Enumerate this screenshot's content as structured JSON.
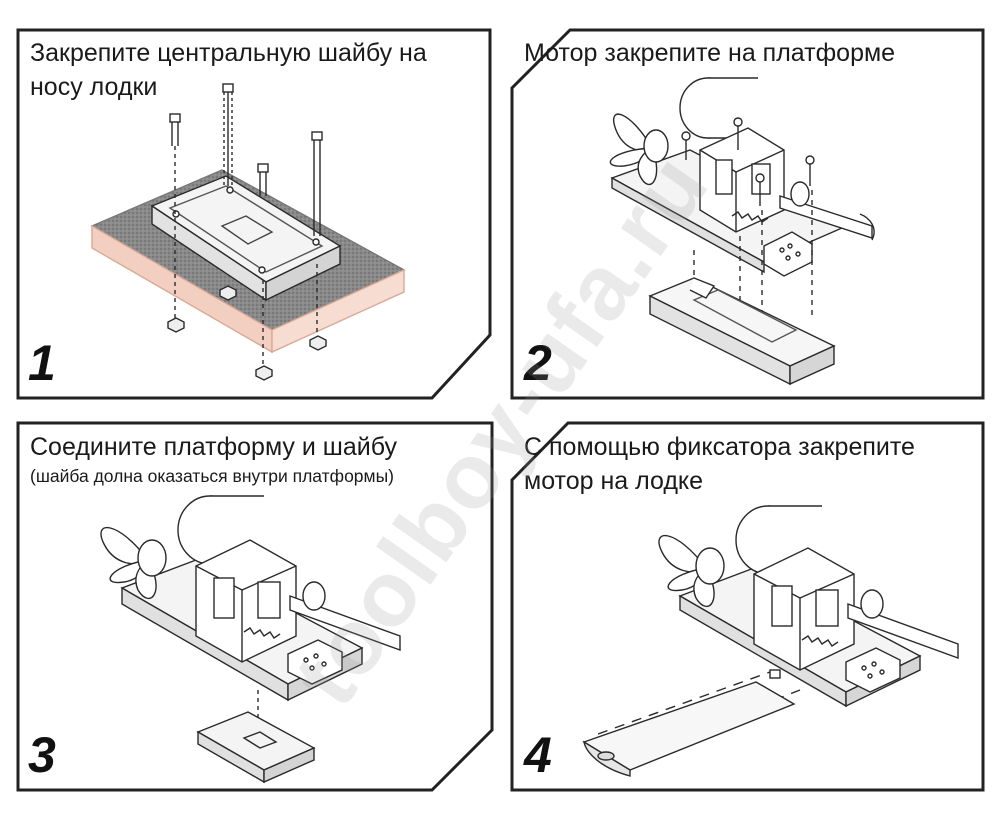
{
  "panels": [
    {
      "number": "1",
      "lines": [
        "Закрепите центральную шайбу на",
        "носу лодки"
      ]
    },
    {
      "number": "2",
      "lines": [
        "Мотор закрепите на платформе"
      ]
    },
    {
      "number": "3",
      "lines": [
        "Соедините платформу и шайбу"
      ],
      "note": "(шайба долна оказаться внутри платформы)"
    },
    {
      "number": "4",
      "lines": [
        "С помощью фиксатора закрепите",
        "мотор на лодке"
      ]
    }
  ],
  "watermark": "toolboy-ufa.ru",
  "colors": {
    "frame": "#222222",
    "carpet": "#8c8c8c",
    "carpet_edge": "#f2cfc0",
    "line": "#2a2a2a"
  }
}
